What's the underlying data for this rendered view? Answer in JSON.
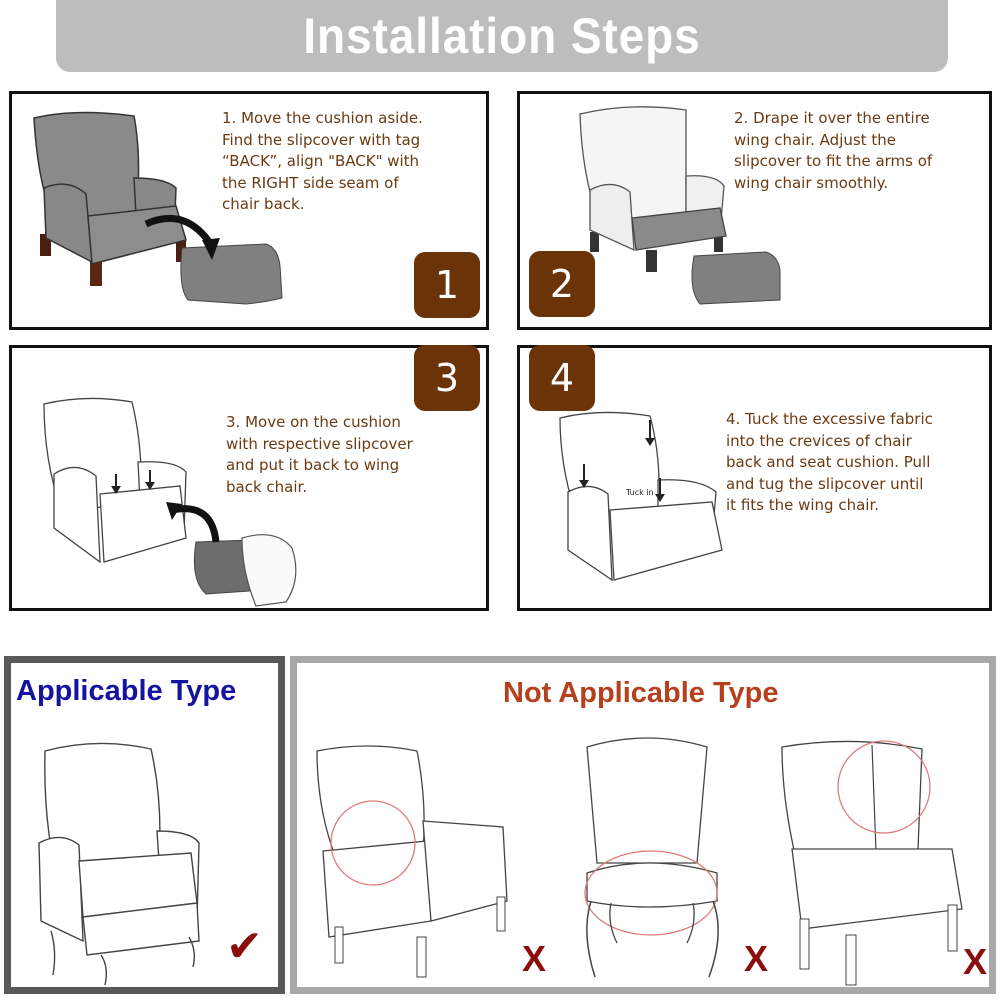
{
  "header": {
    "title": "Installation Steps"
  },
  "steps": [
    {
      "number": "1",
      "text": "1. Move the cushion aside.\nFind the slipcover with tag\n “BACK”, align \"BACK\" with\n the RIGHT side seam of\nchair back."
    },
    {
      "number": "2",
      "text": "2. Drape it over the entire\nwing chair. Adjust the\nslipcover to fit the arms of\nwing chair smoothly."
    },
    {
      "number": "3",
      "text": "3. Move on the cushion\nwith respective slipcover\nand put it back to wing\nback chair."
    },
    {
      "number": "4",
      "text": "4. Tuck the excessive fabric\ninto the crevices of chair\nback and seat cushion. Pull\nand tug the slipcover until\nit fits the wing chair.",
      "annotation": "Tuck in"
    }
  ],
  "applicable": {
    "title": "Applicable Type",
    "mark": "✔"
  },
  "not_applicable": {
    "title": "Not Applicable Type",
    "marks": [
      "X",
      "X",
      "X"
    ]
  },
  "colors": {
    "title_bar": "#bdbdbd",
    "step_text": "#6b3a12",
    "badge": "#6b3308",
    "applicable_title": "#1414a0",
    "not_applicable_title": "#b5401e",
    "mark": "#8b0d0d",
    "highlight_circle": "#e07a7a"
  }
}
